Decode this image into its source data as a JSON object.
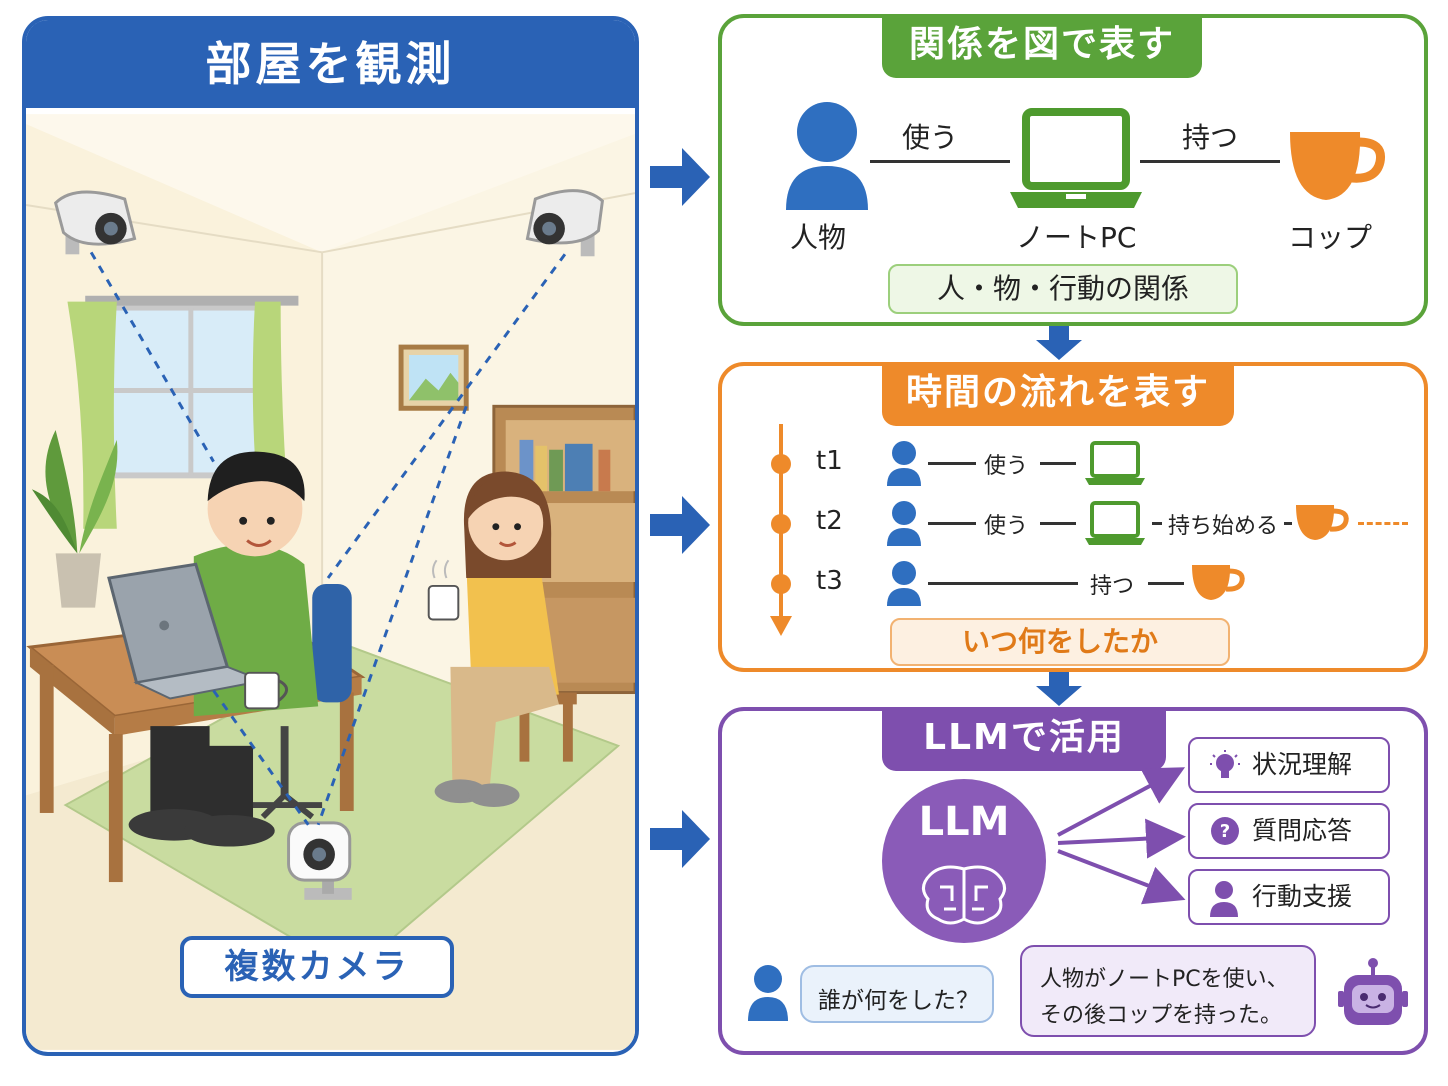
{
  "left_panel": {
    "title": "部屋を観測",
    "camera_label": "複数カメラ"
  },
  "relation_panel": {
    "title": "関係を図で表す",
    "entities": [
      "人物",
      "ノートPC",
      "コップ"
    ],
    "edge_labels": [
      "使う",
      "持つ"
    ],
    "summary": "人・物・行動の関係"
  },
  "timeline_panel": {
    "title": "時間の流れを表す",
    "rows": [
      {
        "t": "t1",
        "label1": "使う"
      },
      {
        "t": "t2",
        "label1": "使う",
        "label2": "持ち始める"
      },
      {
        "t": "t3",
        "label1": "持つ"
      }
    ],
    "summary": "いつ何をしたか"
  },
  "llm_panel": {
    "title": "LLMで活用",
    "core": "LLM",
    "outputs": [
      "状況理解",
      "質問応答",
      "行動支援"
    ],
    "question": "誰が何をした？",
    "answer_line1": "人物がノートPCを使い、",
    "answer_line2": "その後コップを持った。"
  },
  "colors": {
    "blue": "#2a62b5",
    "green": "#5aa33a",
    "orange": "#ee8a2a",
    "purple": "#7e4fae"
  }
}
